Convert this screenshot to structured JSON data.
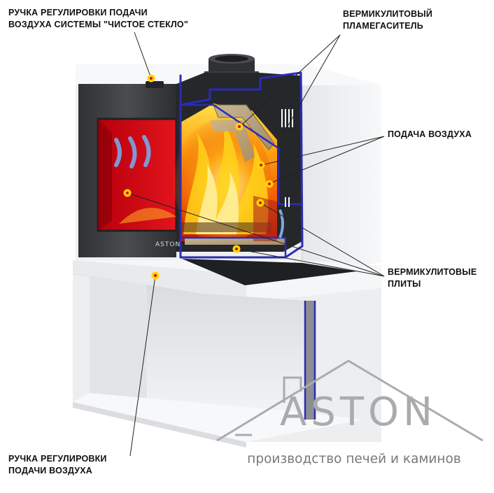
{
  "callouts": {
    "handle_glass": [
      "РУЧКА РЕГУЛИРОВКИ ПОДАЧИ",
      "ВОЗДУХА СИСТЕМЫ \"ЧИСТОЕ СТЕКЛО\""
    ],
    "flame_damper": [
      "ВЕРМИКУЛИТОВЫЙ",
      "ПЛАМЕГАСИТЕЛЬ"
    ],
    "air_supply": [
      "ПОДАЧА ВОЗДУХА"
    ],
    "vermiculite_plates": [
      "ВЕРМИКУЛИТОВЫЕ",
      "ПЛИТЫ"
    ],
    "handle_air": [
      "РУЧКА РЕГУЛИРОВКИ",
      "ПОДАЧИ ВОЗДУХА"
    ]
  },
  "door_logo": "ASTON",
  "watermark": {
    "brand": "ASTON",
    "tagline": "производство печей и каминов"
  },
  "colors": {
    "marker_fill": "#ffd400",
    "marker_center": "#e3001b",
    "outline": "#2b2bb5",
    "frame": "#3a3c40",
    "fire_bright": "#ffd21a",
    "fire_mid": "#ff7a00",
    "fire_deep": "#d62400",
    "cabinet": "#f3f4f5"
  }
}
